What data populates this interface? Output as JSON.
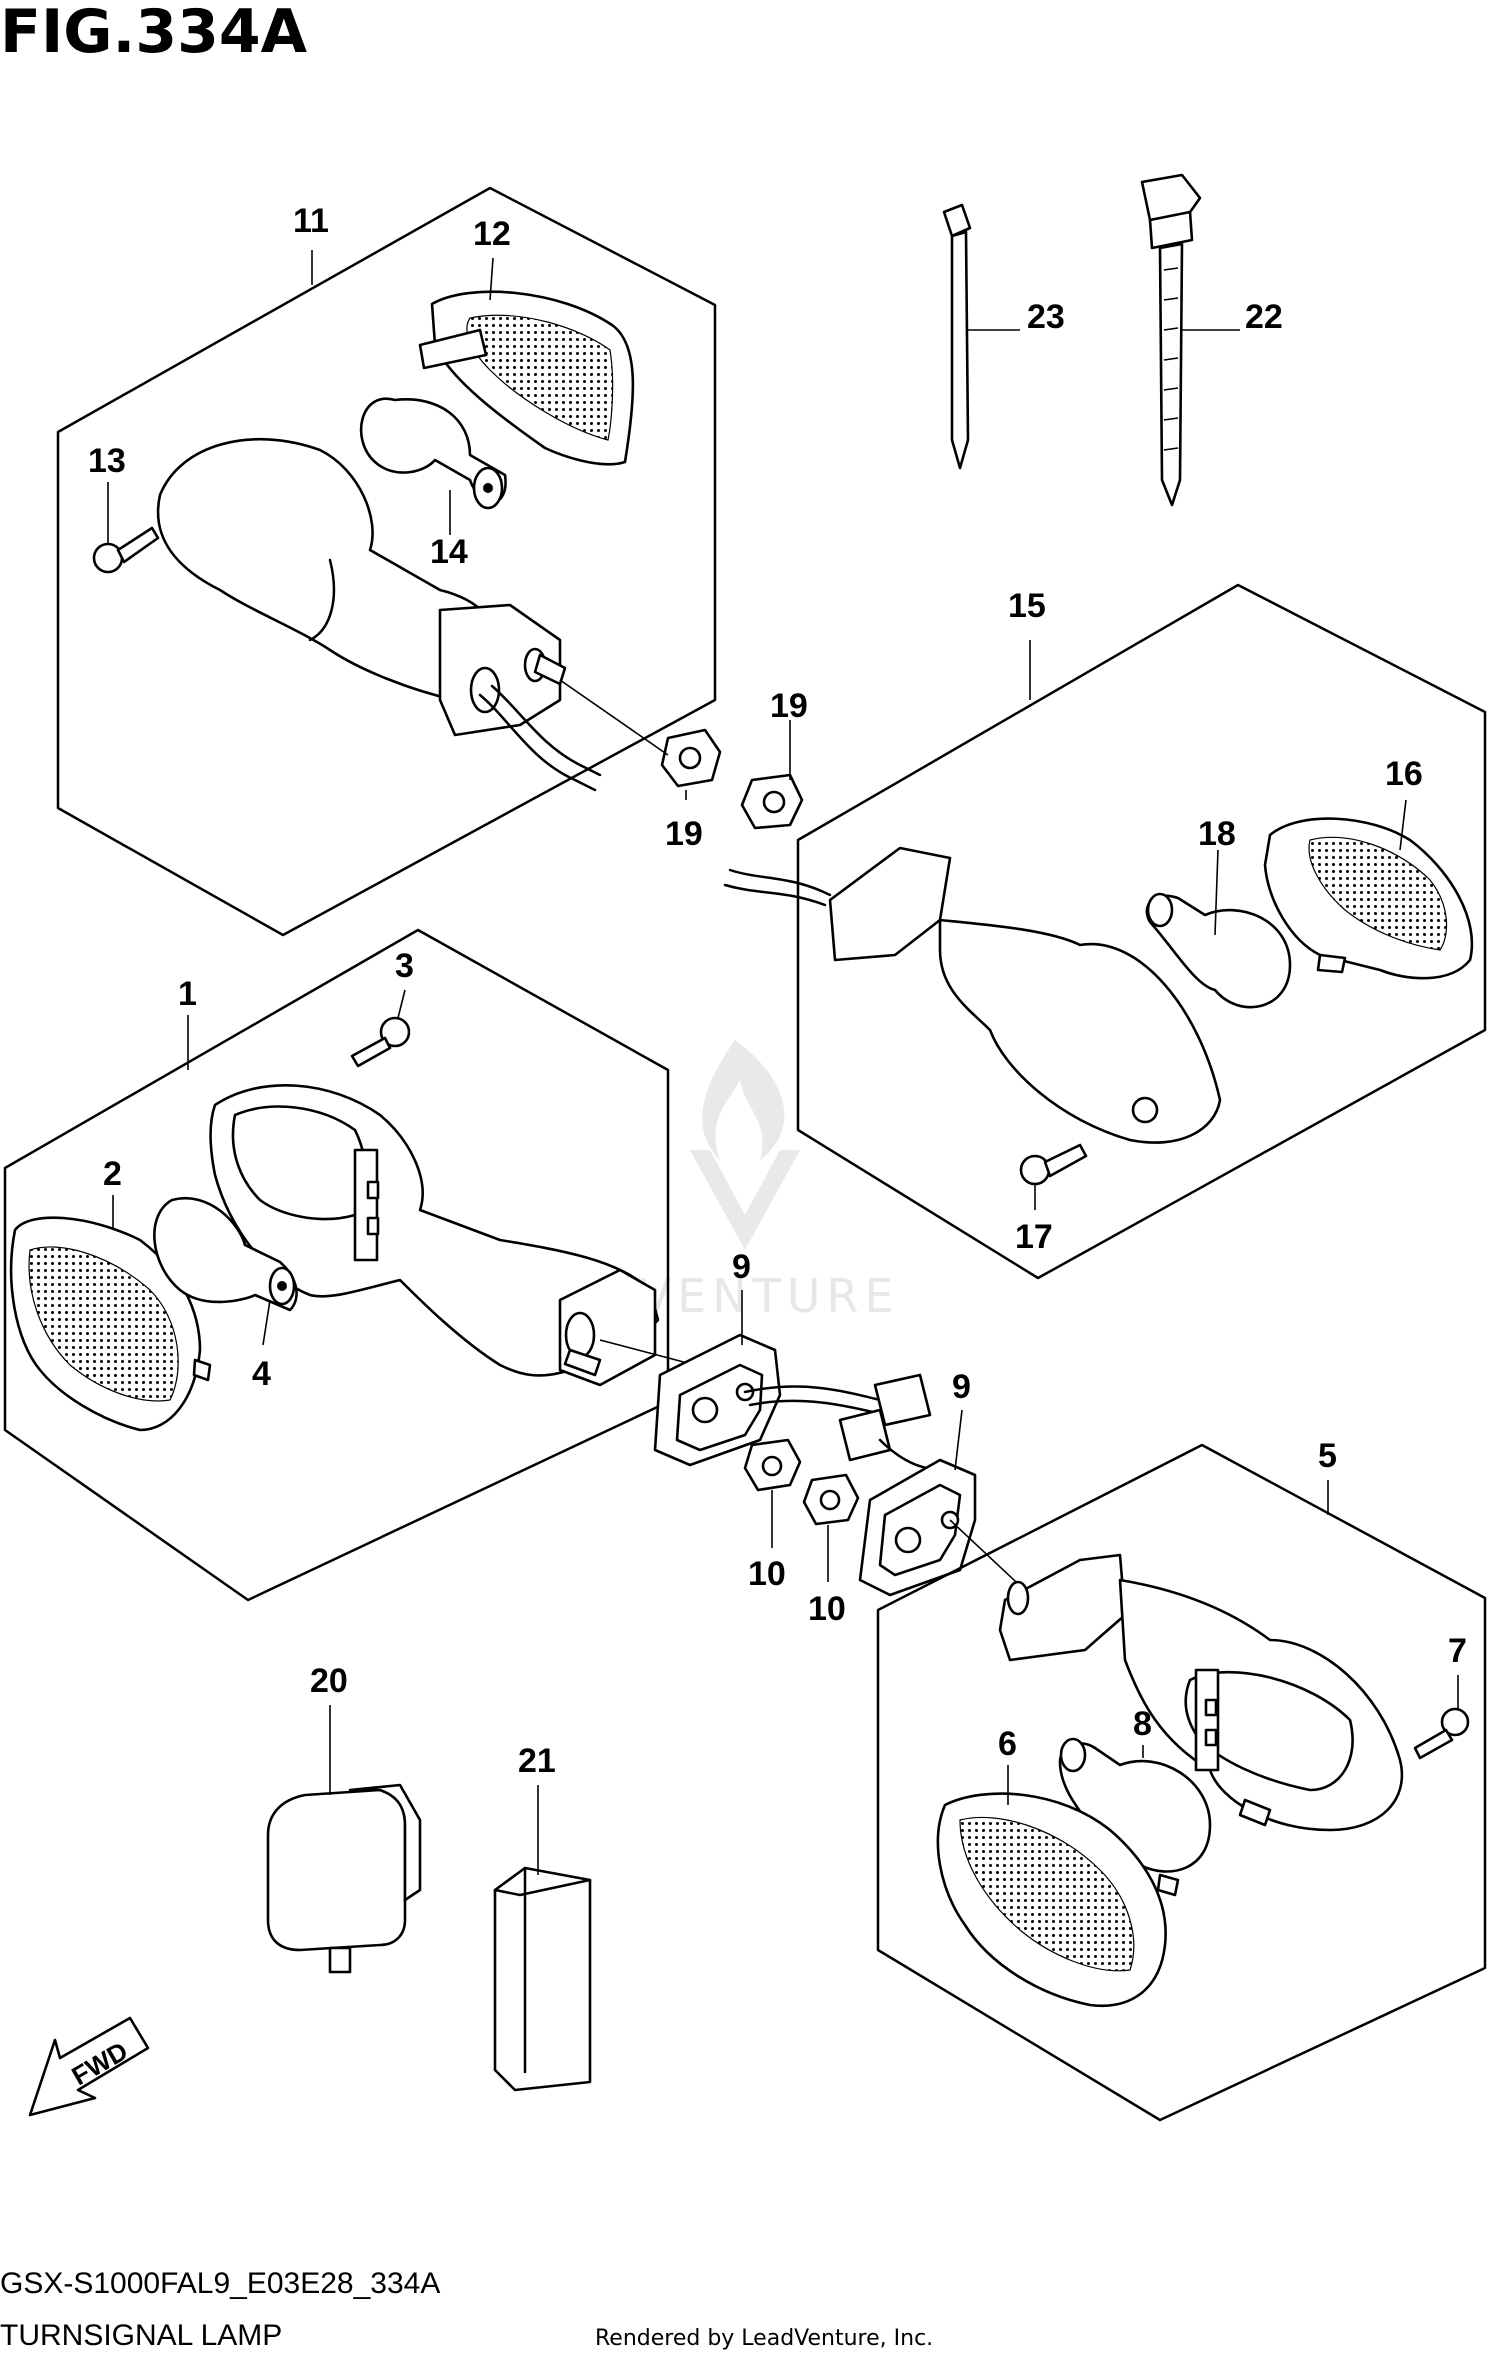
{
  "figure": {
    "title": "FIG.334A",
    "model_code": "GSX-S1000FAL9_E03E28_334A",
    "caption": "TURNSIGNAL LAMP",
    "credit": "Rendered by LeadVenture, Inc.",
    "watermark": "LEADVENTURE",
    "direction_label": "FWD"
  },
  "callouts": {
    "c1": "1",
    "c2": "2",
    "c3": "3",
    "c4": "4",
    "c5": "5",
    "c6": "6",
    "c7": "7",
    "c8": "8",
    "c9a": "9",
    "c9b": "9",
    "c10a": "10",
    "c10b": "10",
    "c11": "11",
    "c12": "12",
    "c13": "13",
    "c14": "14",
    "c15": "15",
    "c16": "16",
    "c17": "17",
    "c18": "18",
    "c19a": "19",
    "c19b": "19",
    "c20": "20",
    "c21": "21",
    "c22": "22",
    "c23": "23"
  }
}
